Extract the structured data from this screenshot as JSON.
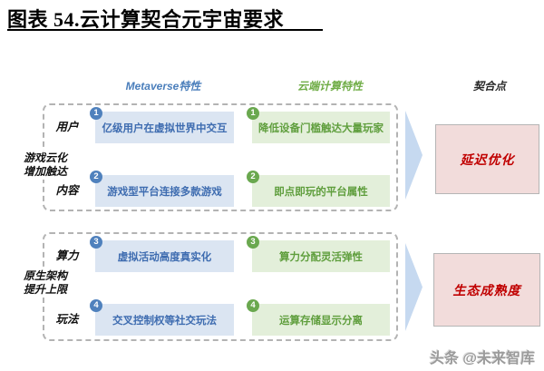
{
  "title": "图表 54.云计算契合元宇宙要求",
  "columns": {
    "metaverse": "Metaverse特性",
    "cloud": "云端计算特性",
    "fit": "契合点"
  },
  "groups": [
    {
      "side_label_line1": "游戏云化",
      "side_label_line2": "增加触达",
      "fit_label": "延迟优化",
      "rows": [
        {
          "num": "1",
          "label": "用户",
          "metaverse": "亿级用户在虚拟世界中交互",
          "cloud": "降低设备门槛触达大量玩家"
        },
        {
          "num": "2",
          "label": "内容",
          "metaverse": "游戏型平台连接多款游戏",
          "cloud": "即点即玩的平台属性"
        }
      ]
    },
    {
      "side_label_line1": "原生架构",
      "side_label_line2": "提升上限",
      "fit_label": "生态成熟度",
      "rows": [
        {
          "num": "3",
          "label": "算力",
          "metaverse": "虚拟活动高度真实化",
          "cloud": "算力分配灵活弹性"
        },
        {
          "num": "4",
          "label": "玩法",
          "metaverse": "交叉控制权等社交玩法",
          "cloud": "运算存储显示分离"
        }
      ]
    }
  ],
  "watermark": "头条 @未来智库",
  "colors": {
    "header_blue": "#4a7ebb",
    "header_green": "#70ad47",
    "header_dark": "#262626",
    "box_blue": "#dbe5f2",
    "box_green": "#e3efda",
    "text_blue": "#3e6cb0",
    "text_green": "#5f9e3d",
    "badge_blue": "#4f81bd",
    "badge_green": "#6aa84f",
    "arrow_blue": "#c6d9f0",
    "fit_fill": "#f2dcdb",
    "fit_border": "#b5b5b5",
    "fit_text": "#c00000",
    "dash_gray": "#b3b3b3",
    "watermark_gray": "#9b9b9b"
  }
}
